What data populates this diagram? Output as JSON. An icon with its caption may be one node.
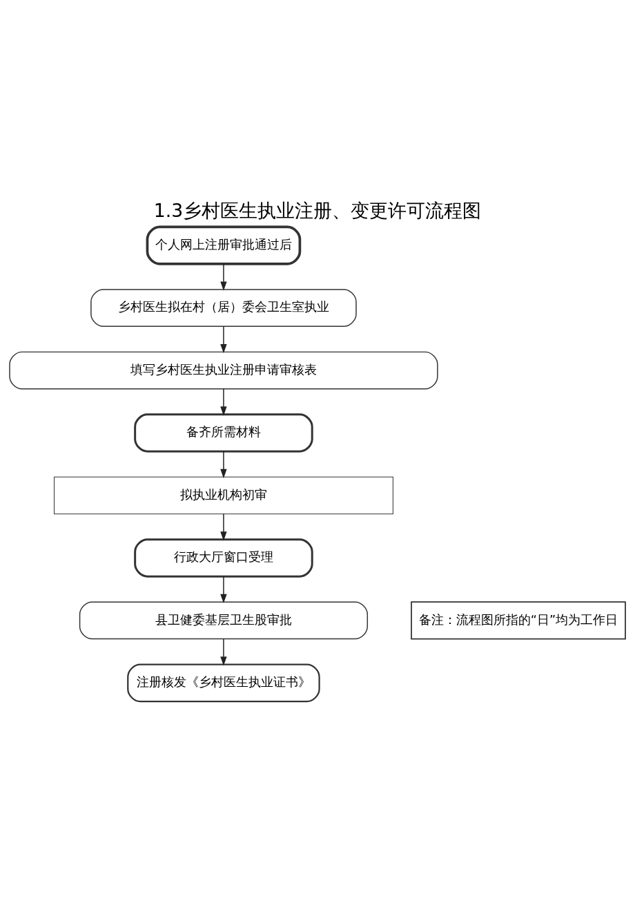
{
  "diagram": {
    "title": "1.3乡村医生执业注册、变更许可流程图",
    "nodes": [
      {
        "text": [
          "个人网上注册审批通过后"
        ]
      },
      {
        "text": [
          "乡村医生拟在村（居）委会卫生室执业"
        ]
      },
      {
        "text": [
          "填写乡村医生执业注册申请审核表"
        ]
      },
      {
        "text": [
          "备齐所需材料"
        ]
      },
      {
        "text": [
          "拟执业机构初审"
        ]
      },
      {
        "text": [
          "行政大厅窗口受理"
        ]
      },
      {
        "text": [
          "县卫健委基层卫生股审批"
        ]
      },
      {
        "text": [
          "注册核发《乡村医生执业证书》"
        ]
      },
      {
        "text": [
          "备注：流程图所指的“日”均为工作日"
        ]
      }
    ],
    "edges": [
      {
        "from": 0,
        "to": 1,
        "arrow": "to"
      },
      {
        "from": 1,
        "to": 2,
        "arrow": "to"
      },
      {
        "from": 2,
        "to": 3,
        "arrow": "to"
      },
      {
        "from": 3,
        "to": 4,
        "arrow": "to"
      },
      {
        "from": 4,
        "to": 5,
        "arrow": "to"
      },
      {
        "from": 5,
        "to": 6,
        "arrow": "to"
      },
      {
        "from": 6,
        "to": 7,
        "arrow": "to"
      }
    ]
  }
}
